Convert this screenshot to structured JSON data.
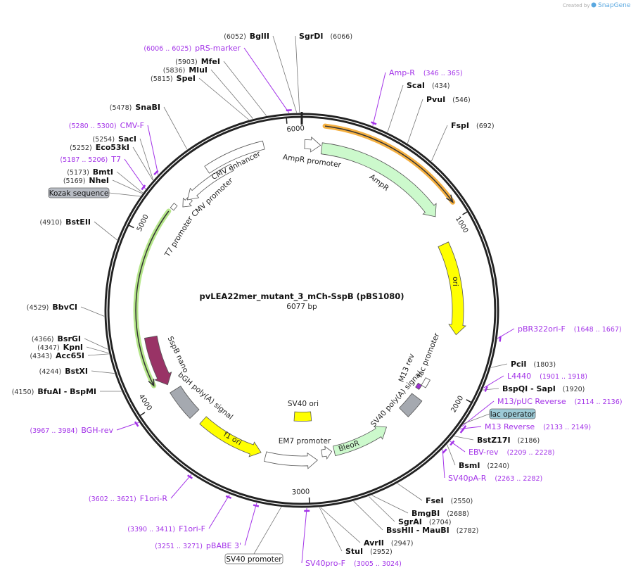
{
  "credit": {
    "prefix": "Created by",
    "brand": "SnapGene"
  },
  "plasmid": {
    "name": "pvLEA22mer_mutant_3_mCh-SspB (pBS1080)",
    "length": "6077 bp",
    "length_bp": 6077
  },
  "ticks": [
    "1000",
    "2000",
    "3000",
    "4000",
    "5000",
    "6000"
  ],
  "sites": [
    {
      "name": "BglII",
      "pos": "(6052)",
      "bp": 6052
    },
    {
      "name": "SgrDI",
      "pos": "(6066)",
      "bp": 6066
    },
    {
      "name": "MfeI",
      "pos": "(5903)",
      "bp": 5903
    },
    {
      "name": "MluI",
      "pos": "(5836)",
      "bp": 5836
    },
    {
      "name": "SpeI",
      "pos": "(5815)",
      "bp": 5815
    },
    {
      "name": "ScaI",
      "pos": "(434)",
      "bp": 434
    },
    {
      "name": "PvuI",
      "pos": "(546)",
      "bp": 546
    },
    {
      "name": "FspI",
      "pos": "(692)",
      "bp": 692
    },
    {
      "name": "SnaBI",
      "pos": "(5478)",
      "bp": 5478
    },
    {
      "name": "SacI",
      "pos": "(5254)",
      "bp": 5254
    },
    {
      "name": "Eco53kI",
      "pos": "(5252)",
      "bp": 5252
    },
    {
      "name": "BmtI",
      "pos": "(5173)",
      "bp": 5173
    },
    {
      "name": "NheI",
      "pos": "(5169)",
      "bp": 5169
    },
    {
      "name": "BstEII",
      "pos": "(4910)",
      "bp": 4910
    },
    {
      "name": "BbvCI",
      "pos": "(4529)",
      "bp": 4529
    },
    {
      "name": "BsrGI",
      "pos": "(4366)",
      "bp": 4366
    },
    {
      "name": "KpnI",
      "pos": "(4347)",
      "bp": 4347
    },
    {
      "name": "Acc65I",
      "pos": "(4343)",
      "bp": 4343
    },
    {
      "name": "BstXI",
      "pos": "(4244)",
      "bp": 4244
    },
    {
      "name": "BfuAI  - BspMI",
      "pos": "(4150)",
      "bp": 4150
    },
    {
      "name": "PciI",
      "pos": "(1803)",
      "bp": 1803
    },
    {
      "name": "BspQI  - SapI",
      "pos": "(1920)",
      "bp": 1920
    },
    {
      "name": "BstZ17I",
      "pos": "(2186)",
      "bp": 2186
    },
    {
      "name": "BsmI",
      "pos": "(2240)",
      "bp": 2240
    },
    {
      "name": "FseI",
      "pos": "(2550)",
      "bp": 2550
    },
    {
      "name": "BmgBI",
      "pos": "(2688)",
      "bp": 2688
    },
    {
      "name": "SgrAI",
      "pos": "(2704)",
      "bp": 2704
    },
    {
      "name": "BssHII  - MauBI",
      "pos": "(2782)",
      "bp": 2782
    },
    {
      "name": "AvrII",
      "pos": "(2947)",
      "bp": 2947
    },
    {
      "name": "StuI",
      "pos": "(2952)",
      "bp": 2952
    }
  ],
  "primers": [
    {
      "name": "pRS-marker",
      "range": "(6006 .. 6025)",
      "bp": 6015
    },
    {
      "name": "Amp-R",
      "range": "(346 .. 365)",
      "bp": 355
    },
    {
      "name": "CMV-F",
      "range": "(5280 .. 5300)",
      "bp": 5290
    },
    {
      "name": "T7",
      "range": "(5187 .. 5206)",
      "bp": 5196
    },
    {
      "name": "pBR322ori-F",
      "range": "(1648 .. 1667)",
      "bp": 1657
    },
    {
      "name": "L4440",
      "range": "(1901 .. 1918)",
      "bp": 1909
    },
    {
      "name": "M13/pUC Reverse",
      "range": "(2114 .. 2136)",
      "bp": 2125
    },
    {
      "name": "M13 Reverse",
      "range": "(2133 .. 2149)",
      "bp": 2141
    },
    {
      "name": "EBV-rev",
      "range": "(2209 .. 2228)",
      "bp": 2218
    },
    {
      "name": "SV40pA-R",
      "range": "(2263 .. 2282)",
      "bp": 2272
    },
    {
      "name": "BGH-rev",
      "range": "(3967 .. 3984)",
      "bp": 3975
    },
    {
      "name": "F1ori-R",
      "range": "(3602 .. 3621)",
      "bp": 3611
    },
    {
      "name": "F1ori-F",
      "range": "(3390 .. 3411)",
      "bp": 3400
    },
    {
      "name": "pBABE 3'",
      "range": "(3251 .. 3271)",
      "bp": 3261
    },
    {
      "name": "SV40pro-F",
      "range": "(3005 .. 3024)",
      "bp": 3014
    }
  ],
  "boxes": [
    {
      "label": "Kozak sequence",
      "color": "#b8bcc4"
    },
    {
      "label": "lac operator",
      "color": "#9ccad6"
    },
    {
      "label": "SV40 promoter",
      "color": "#ffffff"
    }
  ],
  "features": [
    {
      "label": "AmpR promoter",
      "color": "#ffffff"
    },
    {
      "label": "AmpR",
      "color": "#ccf9cc"
    },
    {
      "label": "ori",
      "color": "#ffff00"
    },
    {
      "label": "lac promoter",
      "color": "#ffffff"
    },
    {
      "label": "M13 rev",
      "color": "#9b30d0"
    },
    {
      "label": "SV40 poly(A) signal",
      "color": "#a5a9b0"
    },
    {
      "label": "BleoR",
      "color": "#ccf9cc"
    },
    {
      "label": "EM7 promoter",
      "color": "#ffffff"
    },
    {
      "label": "SV40 ori",
      "color": "#ffff00"
    },
    {
      "label": "f1 ori",
      "color": "#ffff00"
    },
    {
      "label": "bGH poly(A) signal",
      "color": "#a5a9b0"
    },
    {
      "label": "SspB nano",
      "color": "#993366"
    },
    {
      "label": "T7 promoter",
      "color": "#ffffff"
    },
    {
      "label": "CMV promoter",
      "color": "#ffffff"
    },
    {
      "label": "CMV enhancer",
      "color": "#ffffff"
    }
  ],
  "colors": {
    "primer": "#a333e8",
    "ring": "#222222",
    "highlight_orange": "#f5b041",
    "highlight_green": "#b5e68a"
  }
}
